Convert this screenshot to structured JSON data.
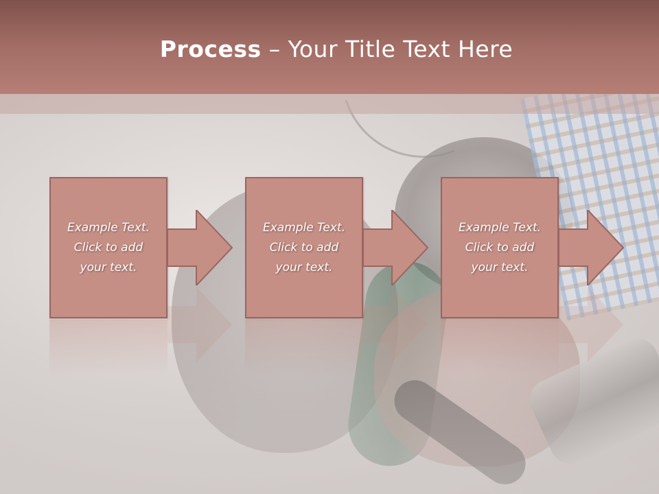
{
  "slide": {
    "title_bold": "Process",
    "title_rest": " – Your Title Text Here"
  },
  "steps": [
    {
      "text": "Example Text. Click  to add your text."
    },
    {
      "text": "Example Text. Click  to add your text."
    },
    {
      "text": "Example Text. Click  to add your text."
    }
  ],
  "colors": {
    "header": "#a36e66",
    "box_fill": "#c58f85",
    "box_border": "#9a6560",
    "text": "#ffffff"
  },
  "icons": [
    "arrow-right-icon"
  ]
}
